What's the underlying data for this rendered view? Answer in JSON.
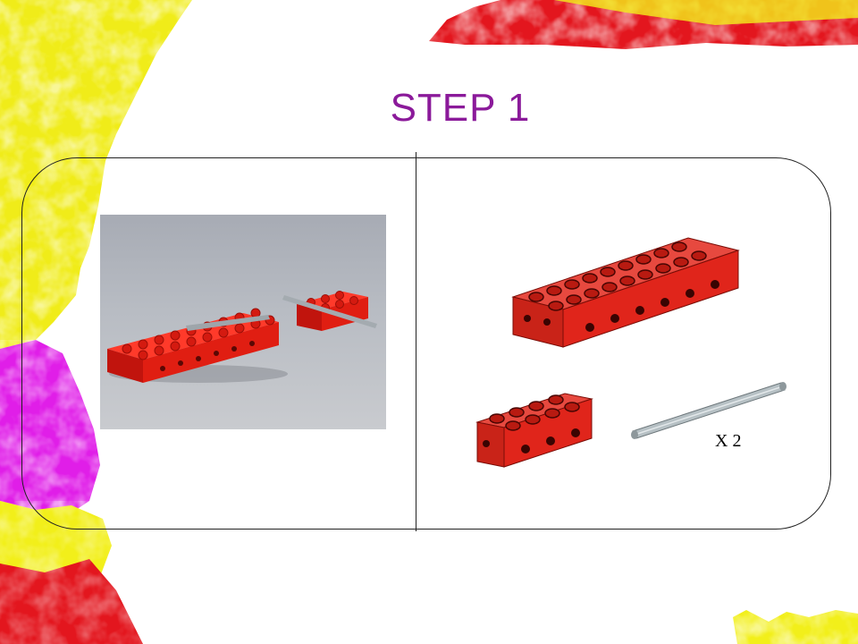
{
  "slide": {
    "title": "STEP 1",
    "quantity_label": "X 2"
  },
  "colors": {
    "title": "#8b1a9a",
    "brick_red": "#e01e12",
    "axle_gray": "#a9b2b6",
    "decor_yellow": "#f2ef1a",
    "decor_magenta": "#e01ee8",
    "decor_red": "#e3161e"
  },
  "images": {
    "left_photo": "assembled-lego-technic-bricks-with-axles",
    "right_parts": [
      "lego-technic-brick-1x10",
      "lego-technic-brick-1x4",
      "lego-axle"
    ]
  }
}
